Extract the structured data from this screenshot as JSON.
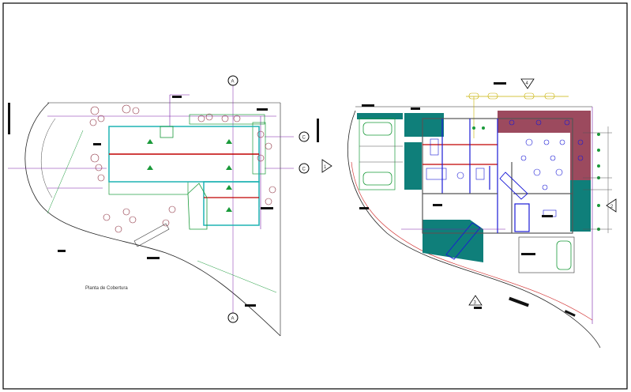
{
  "drawing": {
    "left_plan_caption": "Planta de Cobertura",
    "callout_markers": [
      {
        "id": "section-a-top",
        "letter": "A"
      },
      {
        "id": "section-a-bottom",
        "letter": "A"
      },
      {
        "id": "section-c-upper",
        "letter": "C"
      },
      {
        "id": "section-c-lower",
        "letter": "C"
      },
      {
        "id": "triangle-4",
        "letter": "4"
      },
      {
        "id": "triangle-1",
        "letter": "1"
      },
      {
        "id": "triangle-2",
        "letter": "2"
      },
      {
        "id": "triangle-3",
        "letter": "3"
      }
    ],
    "colors": {
      "frame": "#000000",
      "roof_outline": "#1fb3b3",
      "ridge_red": "#c00000",
      "hatch_green": "#1a9a3a",
      "teal_fill": "#0f7f7a",
      "maroon_fill": "#9c4a5e",
      "purple_line": "#7a1fa8",
      "blue_line": "#1a1ad6",
      "red_line": "#d43c3c",
      "grey_line": "#555555"
    }
  }
}
